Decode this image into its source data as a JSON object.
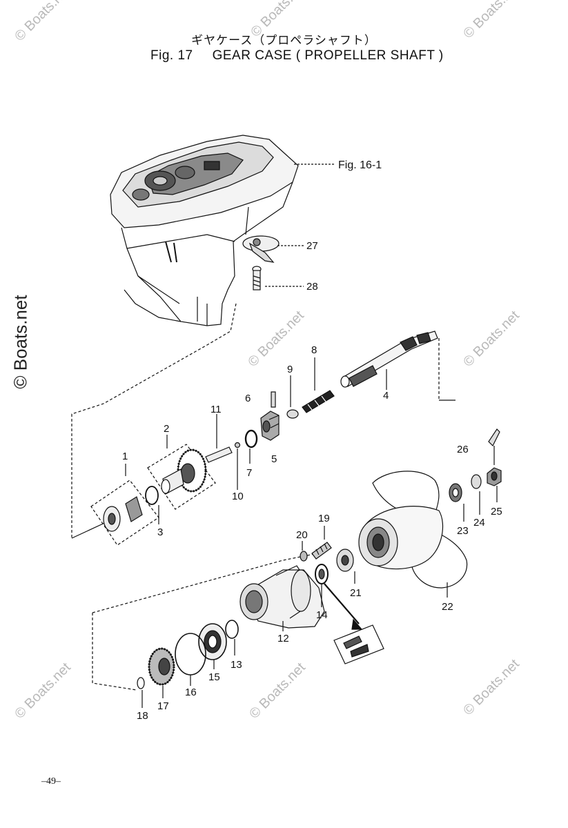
{
  "header": {
    "title_jp": "ギヤケース（プロペラシャフト）",
    "fig_no": "Fig. 17",
    "fig_name": "GEAR CASE ( PROPELLER SHAFT )"
  },
  "reference": "Fig. 16-1",
  "watermark": "© Boats.net",
  "page_number": "–49–",
  "callouts": {
    "p1": "1",
    "p2": "2",
    "p3": "3",
    "p4": "4",
    "p5": "5",
    "p6": "6",
    "p7": "7",
    "p8": "8",
    "p9": "9",
    "p10": "10",
    "p11": "11",
    "p12": "12",
    "p13": "13",
    "p14": "14",
    "p15": "15",
    "p16": "16",
    "p17": "17",
    "p18": "18",
    "p19": "19",
    "p20": "20",
    "p21": "21",
    "p22": "22",
    "p23": "23",
    "p24": "24",
    "p25": "25",
    "p26": "26",
    "p27": "27",
    "p28": "28"
  }
}
